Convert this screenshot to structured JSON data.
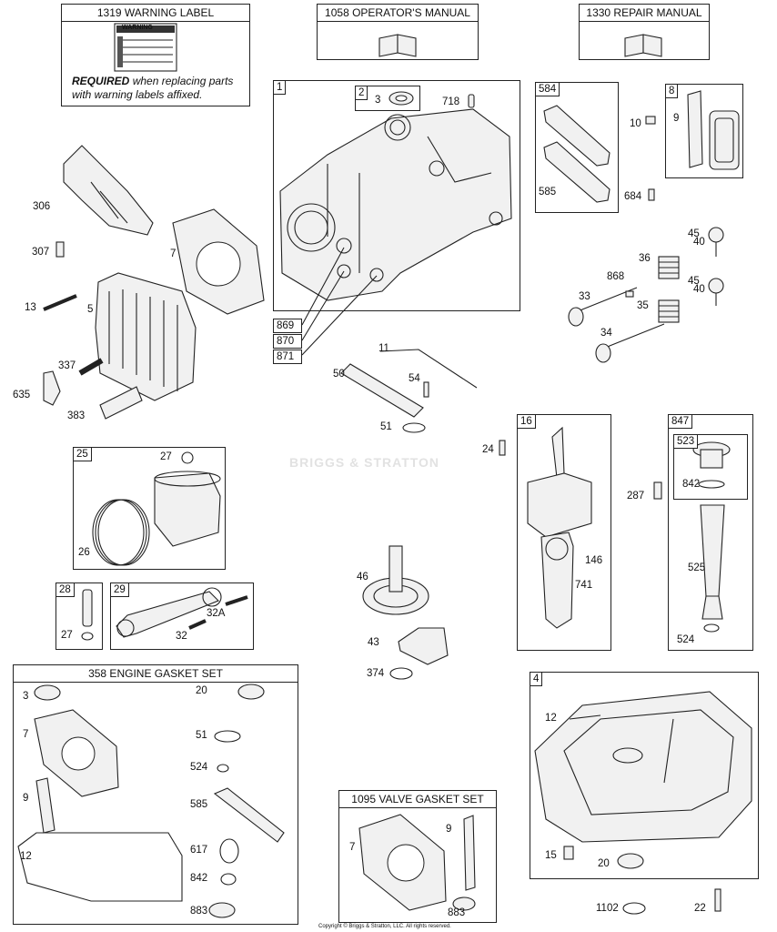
{
  "headers": {
    "warning_label": "1319 WARNING LABEL",
    "operators_manual": "1058 OPERATOR'S MANUAL",
    "repair_manual": "1330 REPAIR MANUAL",
    "engine_gasket_set": "358 ENGINE GASKET SET",
    "valve_gasket_set": "1095 VALVE GASKET SET"
  },
  "warning": {
    "sticker_title": "WARNING",
    "note_bold": "REQUIRED",
    "note_line1": "when replacing parts",
    "note_line2": "with warning labels affixed."
  },
  "watermark": "BRIGGS & STRATTON",
  "copyright": "Copyright © Briggs & Stratton, LLC. All rights reserved.",
  "boxes": {
    "b1": "1",
    "b2": "2",
    "b584": "584",
    "b8": "8",
    "b25": "25",
    "b28": "28",
    "b29": "29",
    "b16": "16",
    "b847": "847",
    "b523": "523",
    "b4": "4"
  },
  "labels": {
    "l3a": "3",
    "l718": "718",
    "l585a": "585",
    "l10": "10",
    "l9a": "9",
    "l684": "684",
    "l306": "306",
    "l307": "307",
    "l7a": "7",
    "l13": "13",
    "l5": "5",
    "l337": "337",
    "l635": "635",
    "l383": "383",
    "l869": "869",
    "l870": "870",
    "l871": "871",
    "l11": "11",
    "l50": "50",
    "l54": "54",
    "l51a": "51",
    "l24": "24",
    "l40a": "40",
    "l45a": "45",
    "l36": "36",
    "l868": "868",
    "l40b": "40",
    "l45b": "45",
    "l33": "33",
    "l35": "35",
    "l34": "34",
    "l27a": "27",
    "l26": "26",
    "l27b": "27",
    "l32a": "32A",
    "l32": "32",
    "l146": "146",
    "l741": "741",
    "l287": "287",
    "l842a": "842",
    "l525": "525",
    "l524a": "524",
    "l46": "46",
    "l43": "43",
    "l374": "374",
    "l12a": "12",
    "l15": "15",
    "l20a": "20",
    "g3": "3",
    "g7": "7",
    "g9": "9",
    "g12": "12",
    "g20": "20",
    "g51": "51",
    "g524": "524",
    "g585": "585",
    "g617": "617",
    "g842": "842",
    "g883": "883",
    "v7": "7",
    "v9": "9",
    "v883": "883",
    "l1102": "1102",
    "l22": "22"
  }
}
